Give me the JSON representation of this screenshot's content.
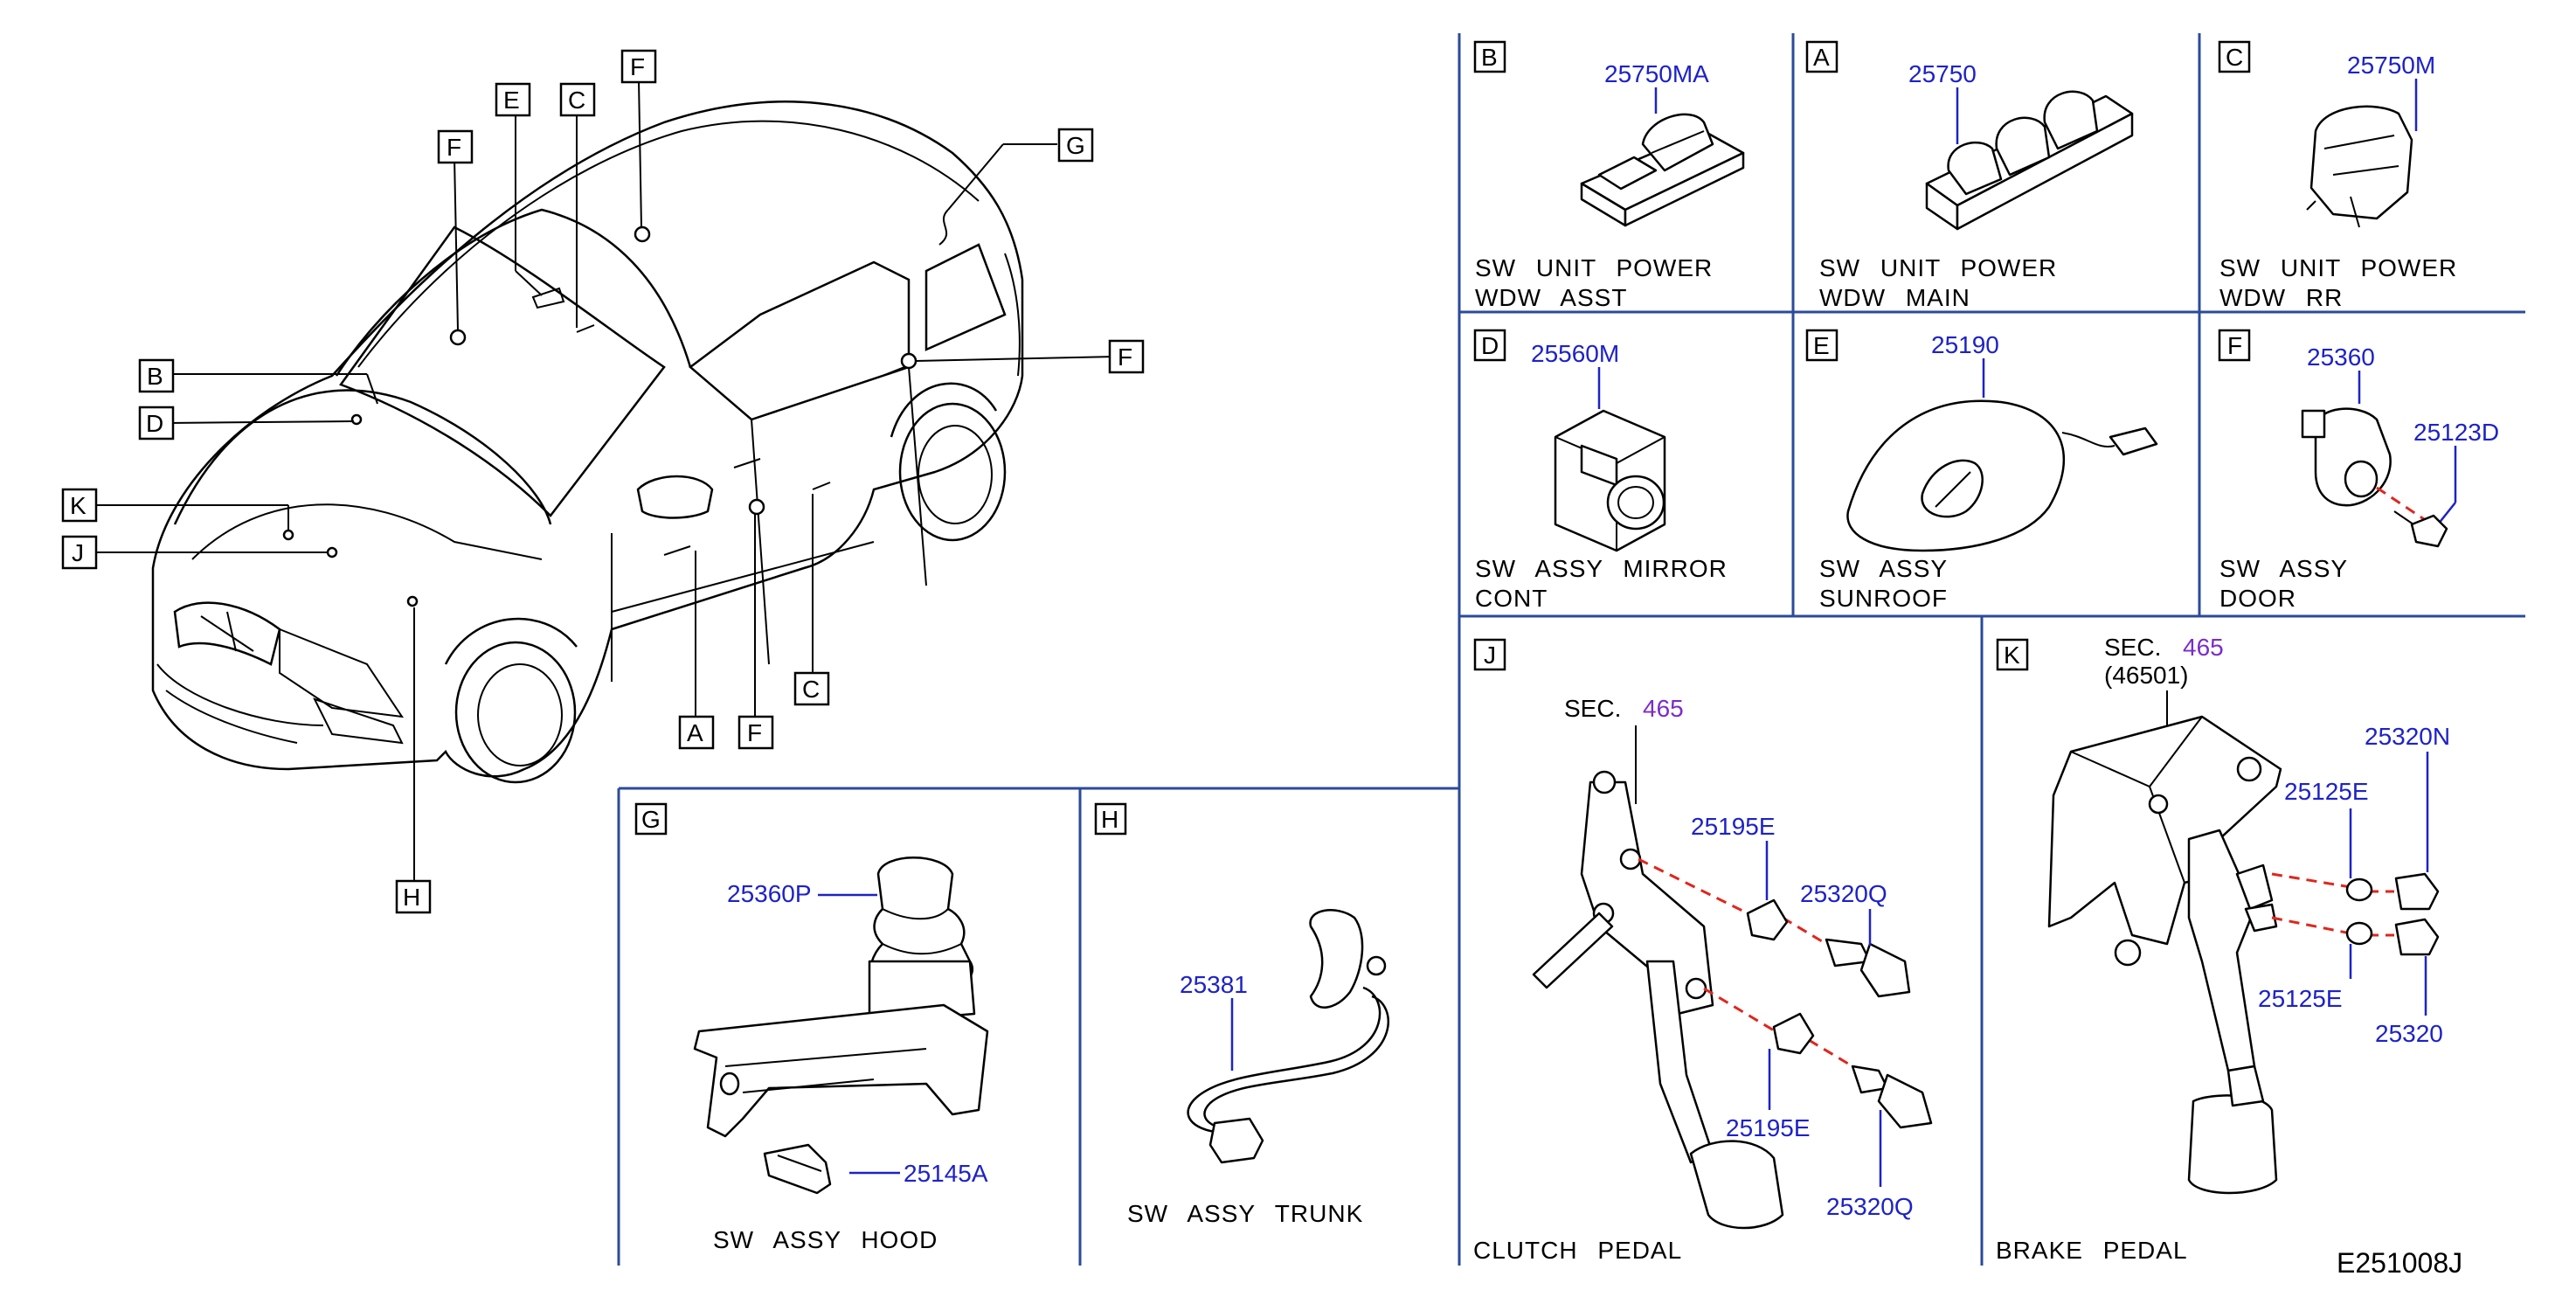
{
  "car_callouts": [
    "A",
    "B",
    "C",
    "D",
    "E",
    "F",
    "G",
    "H",
    "J",
    "K"
  ],
  "panels": {
    "b": {
      "letter": "B",
      "part": "25750MA",
      "title1": "SW UNIT POWER",
      "title2": "WDW ASST"
    },
    "a": {
      "letter": "A",
      "part": "25750",
      "title1": "SW UNIT POWER",
      "title2": "WDW MAIN"
    },
    "c": {
      "letter": "C",
      "part": "25750M",
      "title1": "SW UNIT POWER",
      "title2": "WDW RR"
    },
    "d": {
      "letter": "D",
      "part": "25560M",
      "title1": "SW ASSY MIRROR",
      "title2": "CONT"
    },
    "e": {
      "letter": "E",
      "part": "25190",
      "title1": "SW ASSY",
      "title2": "SUNROOF"
    },
    "f": {
      "letter": "F",
      "part": "25360",
      "part2": "25123D",
      "title1": "SW ASSY",
      "title2": "DOOR"
    },
    "g": {
      "letter": "G",
      "part": "25360P",
      "part2": "25145A",
      "title1": "SW ASSY HOOD"
    },
    "h": {
      "letter": "H",
      "part": "25381",
      "title1": "SW ASSY TRUNK"
    },
    "j": {
      "letter": "J",
      "sec_label": "SEC.",
      "sec_num": "465",
      "parts": [
        "25195E",
        "25320Q",
        "25195E",
        "25320Q"
      ],
      "title1": "CLUTCH PEDAL"
    },
    "k": {
      "letter": "K",
      "sec_label": "SEC.",
      "sec_num": "465",
      "sec_sub": "(46501)",
      "parts": [
        "25320N",
        "25125E",
        "25125E",
        "25320"
      ],
      "title1": "BRAKE PEDAL"
    }
  },
  "diagram_code": "E251008J",
  "colors": {
    "part_number": "#1d22c8",
    "section_number": "#7b2cc9",
    "panel_frame": "#2b4a9a",
    "dashed_link": "#e0261e"
  }
}
